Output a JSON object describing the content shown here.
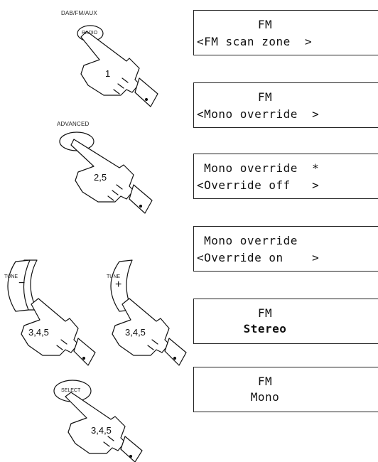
{
  "buttons": {
    "radio_group_label": "DAB/FM/AUX",
    "radio_button": "RADIO",
    "radio_step": "1",
    "advanced_label": "ADVANCED",
    "advanced_step": "2,5",
    "tune_minus_label": "TUNE",
    "tune_minus_sign": "−",
    "tune_minus_step": "3,4,5",
    "tune_plus_label": "TUNE",
    "tune_plus_sign": "+",
    "tune_plus_step": "3,4,5",
    "select_button": "SELECT",
    "select_step": "3,4,5"
  },
  "displays": [
    {
      "line1": "FM",
      "line2": "<FM scan zone  >"
    },
    {
      "line1": "FM",
      "line2": "<Mono override  >"
    },
    {
      "line1": " Mono override  *",
      "line2": "<Override off   >"
    },
    {
      "line1": " Mono override",
      "line2": "<Override on    >"
    },
    {
      "line1": "FM",
      "line2": "Stereo"
    },
    {
      "line1": "FM",
      "line2": "Mono"
    }
  ]
}
